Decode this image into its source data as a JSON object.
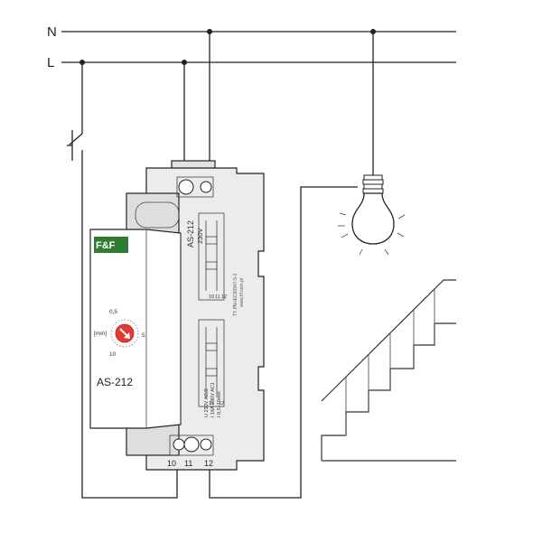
{
  "lines": {
    "n_label": "N",
    "l_label": "L"
  },
  "device": {
    "brand": "F&F",
    "model": "AS-212",
    "side_model": "AS-212",
    "side_voltage": "230V",
    "dial": {
      "min_label": "0,5",
      "unit_label": "[min]",
      "mid_label": "5",
      "max_label": "10"
    },
    "spec_lines": [
      "U 230V AC/2",
      "I 16A 230V AC1",
      "t 0,5÷10min"
    ],
    "side_notes": [
      "TY PN-IEC60947-5-1",
      "www.fif.com.pl"
    ],
    "relay_marks_top": [
      "10",
      "11",
      "12"
    ],
    "relay_marks_bottom": [
      "11",
      "12"
    ],
    "terminals": [
      "10",
      "11",
      "12"
    ],
    "colors": {
      "body": "#ececec",
      "front": "#ffffff",
      "brand_green": "#2e7d32",
      "dial_red": "#e53935"
    }
  },
  "switch": {
    "icon": "push-button-icon"
  },
  "lamp": {
    "icon": "light-bulb-icon"
  },
  "stairs": {
    "icon": "staircase-icon"
  }
}
